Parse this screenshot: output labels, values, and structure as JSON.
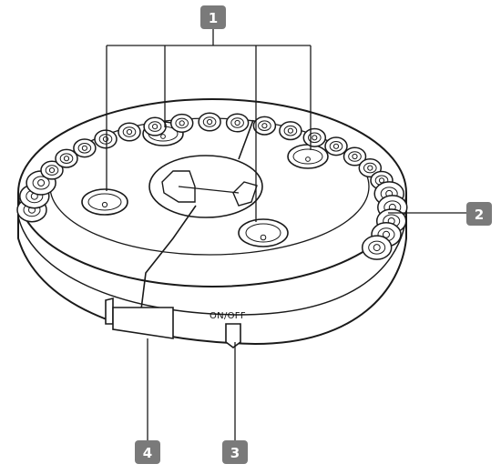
{
  "callouts": [
    {
      "number": "1",
      "part": "top-lights"
    },
    {
      "number": "2",
      "part": "side-lights"
    },
    {
      "number": "3",
      "part": "power-switch"
    },
    {
      "number": "4",
      "part": "battery-compartment"
    }
  ],
  "switch_text": "ON/OFF",
  "colors": {
    "callout_fill": "#7a7a7a",
    "line": "#1a1a1a",
    "device_fill": "#ffffff"
  }
}
